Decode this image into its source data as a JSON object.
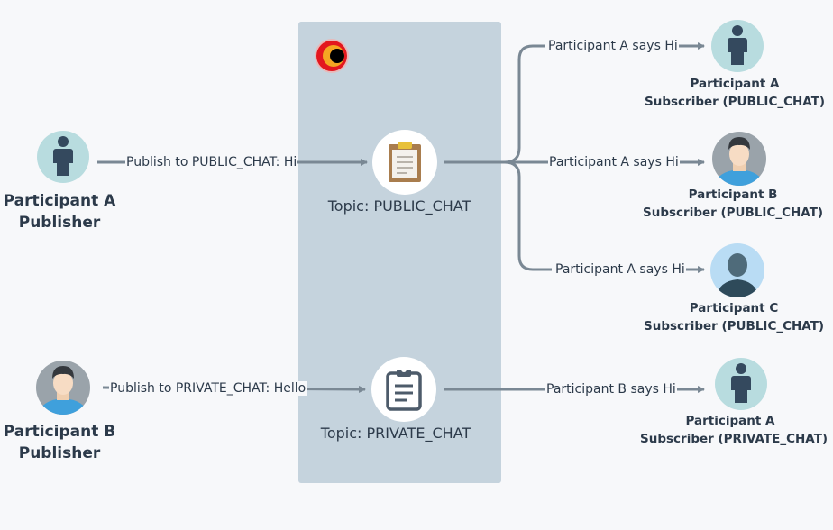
{
  "colors": {
    "background": "#f7f8fa",
    "broker_panel": "#c5d3dd",
    "arrow": "#7a8894",
    "text": "#2c3a4a"
  },
  "broker": {
    "logo_icon": "broker-logo-icon"
  },
  "publishers": [
    {
      "name": "Participant A",
      "role": "Publisher",
      "message": "Publish to PUBLIC_CHAT: Hi",
      "avatar": "user-silhouette-icon"
    },
    {
      "name": "Participant B",
      "role": "Publisher",
      "message": "Publish to PRIVATE_CHAT: Hello",
      "avatar": "man-avatar-icon"
    }
  ],
  "topics": [
    {
      "label": "Topic: PUBLIC_CHAT",
      "icon": "clipboard-icon"
    },
    {
      "label": "Topic: PRIVATE_CHAT",
      "icon": "clipboard-outline-icon"
    }
  ],
  "subscribers": [
    {
      "name": "Participant A",
      "role": "Subscriber (PUBLIC_CHAT)",
      "message": "Participant A says Hi",
      "avatar": "user-silhouette-icon"
    },
    {
      "name": "Participant B",
      "role": "Subscriber (PUBLIC_CHAT)",
      "message": "Participant A says Hi",
      "avatar": "man-avatar-icon"
    },
    {
      "name": "Participant C",
      "role": "Subscriber (PUBLIC_CHAT)",
      "message": "Participant A says Hi",
      "avatar": "person-bust-icon"
    },
    {
      "name": "Participant A",
      "role": "Subscriber (PRIVATE_CHAT)",
      "message": "Participant B says Hi",
      "avatar": "user-silhouette-icon"
    }
  ]
}
